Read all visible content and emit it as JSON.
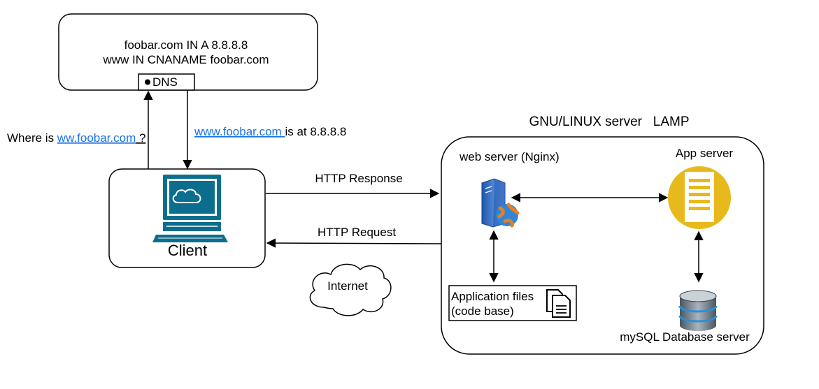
{
  "dns_box": {
    "line1": "foobar.com IN A 8.8.8.8",
    "line2": "www IN CNANAME foobar.com",
    "tag": "DNS"
  },
  "query": {
    "prefix": "Where is ",
    "link": "ww.foobar.com",
    "suffix": " ?"
  },
  "answer": {
    "link": "www.foobar.com ",
    "suffix": "is at 8.8.8.8"
  },
  "client": {
    "label": "Client"
  },
  "edges": {
    "response": "HTTP Response",
    "request": "HTTP Request"
  },
  "internet": {
    "label": "Internet"
  },
  "server": {
    "title": "GNU/LINUX server   LAMP",
    "web_server": "web server (Nginx)",
    "app_server": "App server",
    "files_line1": "Application files",
    "files_line2": "(code base)",
    "database": "mySQL Database server"
  },
  "colors": {
    "client_blue": "#0b6e8e",
    "app_yellow": "#e8b91c",
    "link_blue": "#1a73e8"
  }
}
